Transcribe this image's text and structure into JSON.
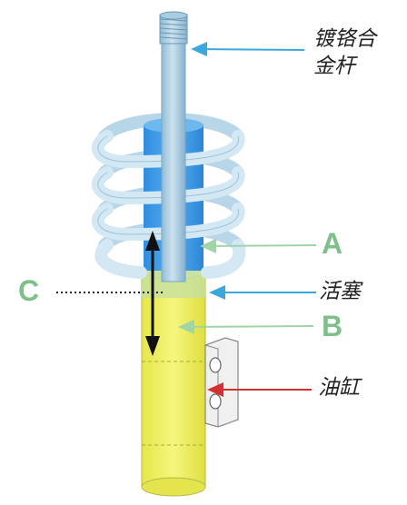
{
  "labels": {
    "rod": [
      "镀铬合",
      "金杆"
    ],
    "a": "A",
    "c": "C",
    "piston": "活塞",
    "b": "B",
    "cylinder": "油缸"
  },
  "colors": {
    "letter_green": "#7fc08a",
    "arrow_blue": "#3aa8dc",
    "arrow_green": "#9fd4a6",
    "arrow_red": "#d43030",
    "oil_yellow": "#eded6a",
    "rod_blue": "#3e9ce6",
    "spring": "#cfe6f3"
  }
}
